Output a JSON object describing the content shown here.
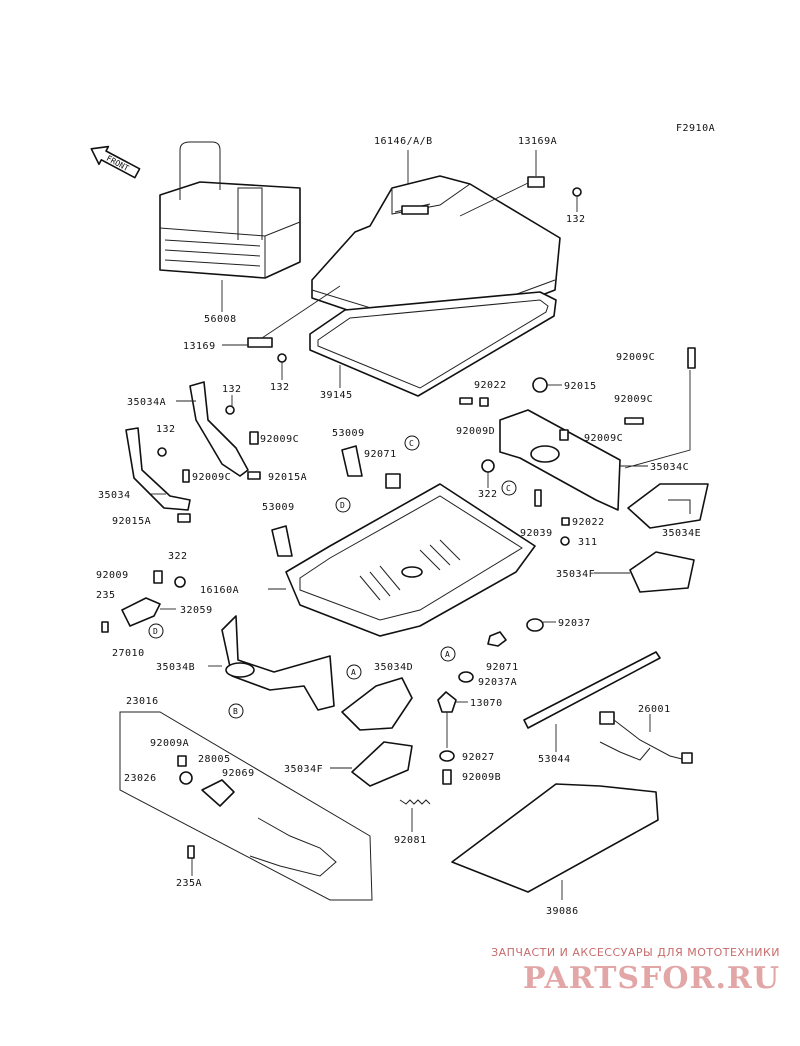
{
  "figure_code": "F2910A",
  "front_arrow": "FRONT",
  "parts": {
    "p16146": "16146/A/B",
    "p13169A": "13169A",
    "p132a": "132",
    "p56008": "56008",
    "p13169": "13169",
    "p132b": "132",
    "p39145": "39145",
    "p92009C_a": "92009C",
    "p92022_a": "92022",
    "p92015": "92015",
    "p92009C_b": "92009C",
    "p35034A": "35034A",
    "p132c": "132",
    "p92009C_c": "92009C",
    "p53009_a": "53009",
    "p92071_a": "92071",
    "p92009D": "92009D",
    "p92009C_d": "92009C",
    "p132d": "132",
    "p92009C_e": "92009C",
    "p92015A_a": "92015A",
    "p35034C": "35034C",
    "p322_a": "322",
    "p35034": "35034",
    "p53009_b": "53009",
    "p92039": "92039",
    "p92022_b": "92022",
    "p92015A_b": "92015A",
    "p311": "311",
    "p35034E": "35034E",
    "p322_b": "322",
    "p92009": "92009",
    "p16160A": "16160A",
    "p35034F_a": "35034F",
    "p235": "235",
    "p32059": "32059",
    "p92037": "92037",
    "p27010": "27010",
    "p35034B": "35034B",
    "p35034D": "35034D",
    "p92071_b": "92071",
    "p92037A": "92037A",
    "p23016": "23016",
    "p13070": "13070",
    "p26001": "26001",
    "p92009A": "92009A",
    "p28005": "28005",
    "p53044": "53044",
    "p23026": "23026",
    "p92069": "92069",
    "p92027": "92027",
    "p35034F_b": "35034F",
    "p92009B": "92009B",
    "p92081": "92081",
    "p235A": "235A",
    "p39086": "39086"
  },
  "refs": {
    "A": "A",
    "B": "B",
    "C": "C",
    "D": "D"
  },
  "watermark": {
    "caption": "ЗАПЧАСТИ И АКСЕССУАРЫ ДЛЯ МОТОТЕХНИКИ",
    "logo": "PARTSFOR.RU",
    "logo_color": "#e2a6a6",
    "caption_color": "#c86b6b"
  }
}
